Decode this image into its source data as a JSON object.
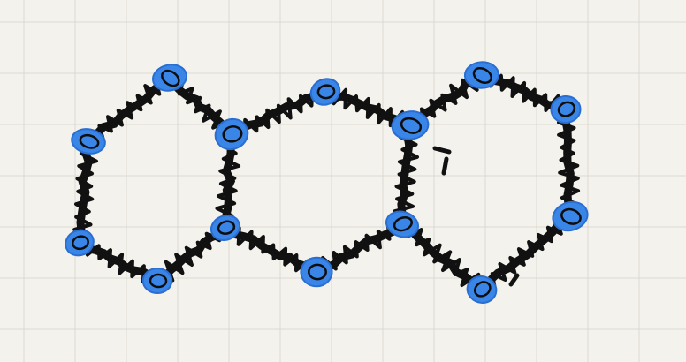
{
  "diagram": {
    "kind": "three fused hexagonal rings, hand-drawn",
    "colors": {
      "paper": "#f4f2ec",
      "grid": "#dcd9d2",
      "ink": "#111111",
      "node": "#3a86e8"
    },
    "rings": [
      {
        "id": "ring-left",
        "node_count": 6
      },
      {
        "id": "ring-middle",
        "node_count": 6
      },
      {
        "id": "ring-right",
        "node_count": 6
      }
    ],
    "shared_nodes": 4,
    "total_nodes": 14
  }
}
